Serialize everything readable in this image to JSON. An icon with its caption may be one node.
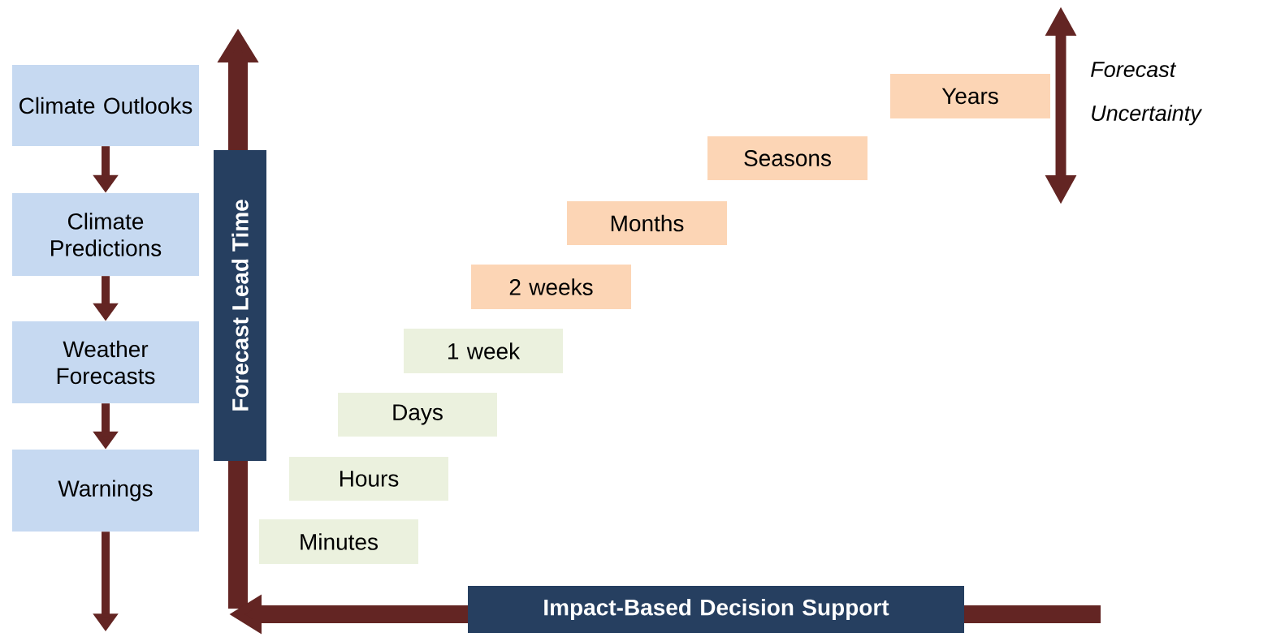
{
  "diagram": {
    "nodes": [
      {
        "text": [
          "Climate Outlooks"
        ]
      },
      {
        "text": [
          "Climate Predictions"
        ]
      },
      {
        "text": [
          "Weather Forecasts"
        ]
      },
      {
        "text": [
          "Warnings"
        ]
      },
      {
        "text": [
          "Forecast Lead Time"
        ]
      },
      {
        "text": [
          "Minutes"
        ]
      },
      {
        "text": [
          "Hours"
        ]
      },
      {
        "text": [
          "Days"
        ]
      },
      {
        "text": [
          "1 week"
        ]
      },
      {
        "text": [
          "2 weeks"
        ]
      },
      {
        "text": [
          "Months"
        ]
      },
      {
        "text": [
          "Seasons"
        ]
      },
      {
        "text": [
          "Years"
        ]
      },
      {
        "text": [
          "Impact-Based Decision Support"
        ]
      }
    ],
    "edges": [
      {
        "from": 0,
        "to": 1,
        "arrow": "to"
      },
      {
        "from": 1,
        "to": 2,
        "arrow": "to"
      },
      {
        "from": 2,
        "to": 3,
        "arrow": "to"
      },
      {
        "from": 3,
        "to": null,
        "arrow": "to"
      }
    ],
    "labels": [
      "Forecast Uncertainty"
    ]
  }
}
